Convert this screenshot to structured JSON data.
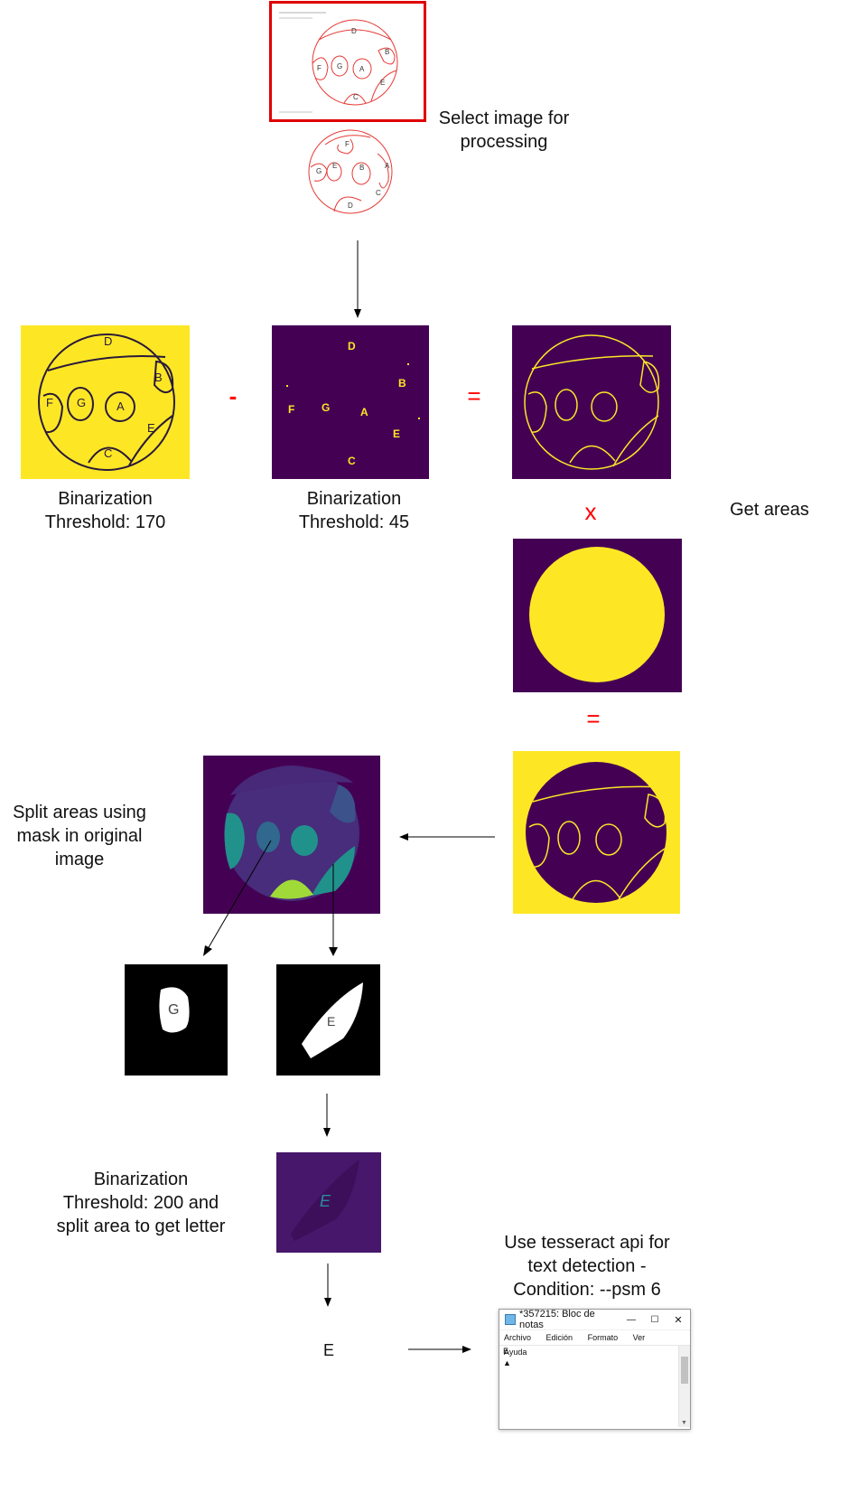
{
  "labels": {
    "select": "Select image for processing",
    "bin170_line1": "Binarization",
    "bin170_line2": "Threshold: 170",
    "bin45_line1": "Binarization",
    "bin45_line2": "Threshold: 45",
    "get_areas": "Get areas",
    "split_line1": "Split areas using",
    "split_line2": "mask in original",
    "split_line3": "image",
    "bin200_line1": "Binarization",
    "bin200_line2": "Threshold: 200 and",
    "bin200_line3": "split area to get letter",
    "tess_line1": "Use tesseract api for",
    "tess_line2": "text detection -",
    "tess_line3": "Condition: --psm 6",
    "result_letter": "E"
  },
  "operators": {
    "minus": "-",
    "equals1": "=",
    "times": "x",
    "equals2": "="
  },
  "letters": {
    "sample1": [
      "D",
      "B",
      "F",
      "G",
      "A",
      "E",
      "C"
    ],
    "sample2": [
      "F",
      "B",
      "G",
      "E",
      "A",
      "C",
      "D"
    ]
  },
  "crops": {
    "g": "G",
    "e": "E",
    "e_bin": "E"
  },
  "notepad": {
    "title": "*357215: Bloc de notas",
    "menu": [
      "Archivo",
      "Edición",
      "Formato",
      "Ver",
      "Ayuda"
    ],
    "content": "E",
    "btn_min": "—",
    "btn_max": "☐",
    "btn_close": "✕"
  },
  "colors": {
    "yellow": "#fde725",
    "purple": "#440154",
    "teal": "#21918c",
    "green": "#a0da39",
    "red": "#ff0000",
    "slate": "#3b528b",
    "indigo": "#472d7b"
  }
}
